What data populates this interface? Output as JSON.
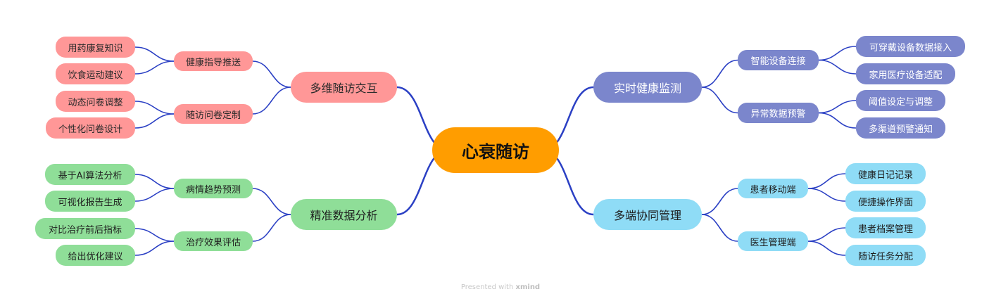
{
  "root": {
    "label": "心衰随访"
  },
  "branches": [
    {
      "key": "b1",
      "color": "#7b86cc",
      "label": "实时健康监测",
      "subs": [
        {
          "label": "智能设备连接",
          "leaves": [
            "可穿戴设备数据接入",
            "家用医疗设备适配"
          ]
        },
        {
          "label": "异常数据预警",
          "leaves": [
            "阈值设定与调整",
            "多渠道预警通知"
          ]
        }
      ]
    },
    {
      "key": "b2",
      "color": "#ff9797",
      "label": "多维随访交互",
      "subs": [
        {
          "label": "健康指导推送",
          "leaves": [
            "用药康复知识",
            "饮食运动建议"
          ]
        },
        {
          "label": "随访问卷定制",
          "leaves": [
            "动态问卷调整",
            "个性化问卷设计"
          ]
        }
      ]
    },
    {
      "key": "b3",
      "color": "#8fde98",
      "label": "精准数据分析",
      "subs": [
        {
          "label": "病情趋势预测",
          "leaves": [
            "基于AI算法分析",
            "可视化报告生成"
          ]
        },
        {
          "label": "治疗效果评估",
          "leaves": [
            "对比治疗前后指标",
            "给出优化建议"
          ]
        }
      ]
    },
    {
      "key": "b4",
      "color": "#8fdcf6",
      "label": "多端协同管理",
      "subs": [
        {
          "label": "患者移动端",
          "leaves": [
            "健康日记记录",
            "便捷操作界面"
          ]
        },
        {
          "label": "医生管理端",
          "leaves": [
            "患者档案管理",
            "随访任务分配"
          ]
        }
      ]
    }
  ],
  "footer": {
    "prefix": "Presented with",
    "brand": "xmind"
  },
  "colors": {
    "root": "#ff9d00",
    "connector": "#2b40c4"
  }
}
